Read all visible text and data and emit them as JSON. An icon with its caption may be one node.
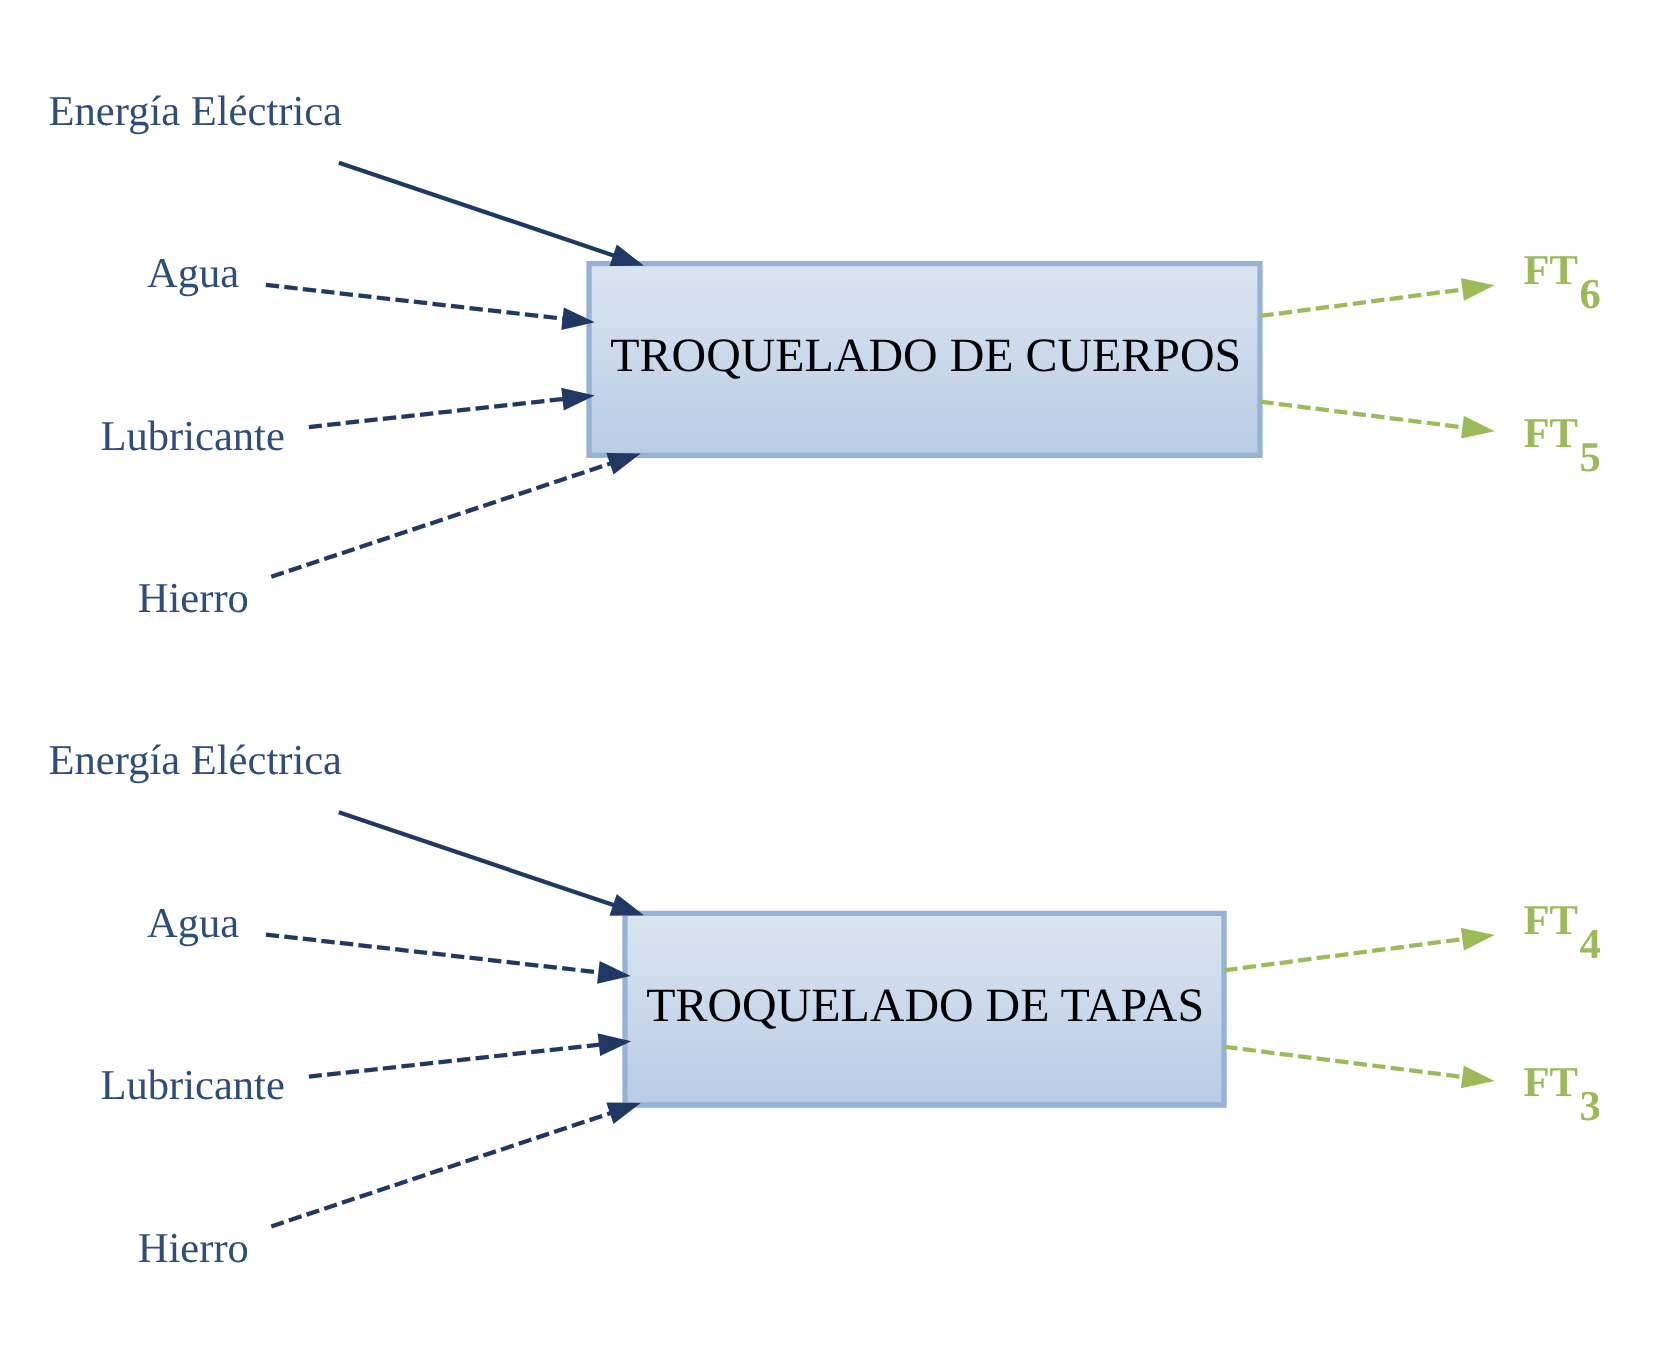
{
  "diagram": {
    "nodes": [
      {
        "text": [
          "Energía Eléctrica"
        ]
      },
      {
        "text": [
          "Agua"
        ]
      },
      {
        "text": [
          "Lubricante"
        ]
      },
      {
        "text": [
          "Hierro"
        ]
      },
      {
        "text": [
          "TROQUELADO DE TAPAS"
        ]
      },
      {
        "text": [
          "FT$_{4}$"
        ]
      },
      {
        "text": [
          "FT$_{3}$"
        ]
      },
      {
        "text": [
          "Energía Eléctrica"
        ]
      },
      {
        "text": [
          "Agua"
        ]
      },
      {
        "text": [
          "Lubricante"
        ]
      },
      {
        "text": [
          "Hierro"
        ]
      },
      {
        "text": [
          "TROQUELADO DE CUERPOS"
        ]
      },
      {
        "text": [
          "FT$_{6}$"
        ]
      },
      {
        "text": [
          "FT$_{5}$"
        ]
      }
    ],
    "edges": [
      {
        "from": 0,
        "to": 4,
        "arrow": "to"
      },
      {
        "from": 1,
        "to": 4,
        "arrow": "to",
        "style": "dashed"
      },
      {
        "from": 2,
        "to": 4,
        "arrow": "to",
        "style": "dashed"
      },
      {
        "from": 3,
        "to": 4,
        "arrow": "to",
        "style": "dashed"
      },
      {
        "from": 4,
        "to": 5,
        "arrow": "to",
        "style": "dashed",
        "color": "#9bbb59"
      },
      {
        "from": 4,
        "to": 6,
        "arrow": "to",
        "style": "dashed",
        "color": "#9bbb59"
      },
      {
        "from": 7,
        "to": 11,
        "arrow": "to"
      },
      {
        "from": 8,
        "to": 11,
        "arrow": "to",
        "style": "dashed"
      },
      {
        "from": 9,
        "to": 11,
        "arrow": "to",
        "style": "dashed"
      },
      {
        "from": 10,
        "to": 11,
        "arrow": "to",
        "style": "dashed"
      },
      {
        "from": 11,
        "to": 12,
        "arrow": "to",
        "style": "dashed",
        "color": "#9bbb59"
      },
      {
        "from": 11,
        "to": 13,
        "arrow": "to",
        "style": "dashed",
        "color": "#9bbb59"
      }
    ]
  }
}
